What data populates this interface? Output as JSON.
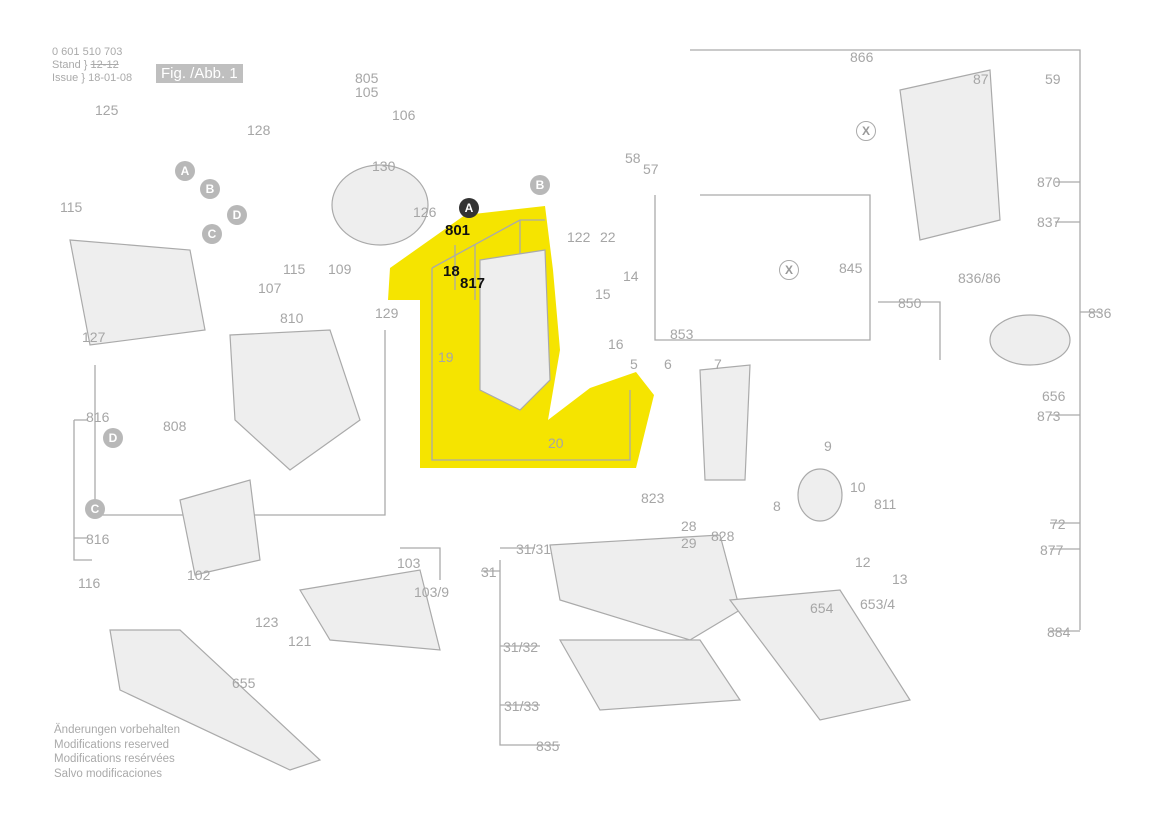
{
  "header": {
    "part_number": "0 601 510 703",
    "stand_label": "Stand",
    "stand_value": "12-12",
    "issue_label": "Issue",
    "issue_value": "18-01-08",
    "figure": "Fig. /Abb. 1"
  },
  "footer": [
    "Änderungen vorbehalten",
    "Modifications reserved",
    "Modifications resérvées",
    "Salvo modificaciones"
  ],
  "highlight_color": "#f5e400",
  "highlighted_labels": [
    "801",
    "18",
    "817"
  ],
  "labels": [
    "125",
    "128",
    "805",
    "105",
    "106",
    "130",
    "126",
    "115",
    "127",
    "115",
    "107",
    "109",
    "810",
    "129",
    "808",
    "816",
    "816",
    "116",
    "102",
    "103",
    "103/9",
    "123",
    "121",
    "655",
    "19",
    "20",
    "122",
    "22",
    "14",
    "15",
    "16",
    "5",
    "6",
    "7",
    "58",
    "57",
    "853",
    "845",
    "850",
    "866",
    "87",
    "59",
    "870",
    "837",
    "836/86",
    "836",
    "656",
    "873",
    "9",
    "10",
    "811",
    "8",
    "823",
    "28",
    "828",
    "29",
    "72",
    "877",
    "12",
    "13",
    "31/31",
    "31",
    "654",
    "653/4",
    "884",
    "31/32",
    "31/33",
    "835"
  ],
  "callouts": [
    "A",
    "B",
    "D",
    "C",
    "B",
    "A",
    "X",
    "X",
    "D",
    "C"
  ]
}
